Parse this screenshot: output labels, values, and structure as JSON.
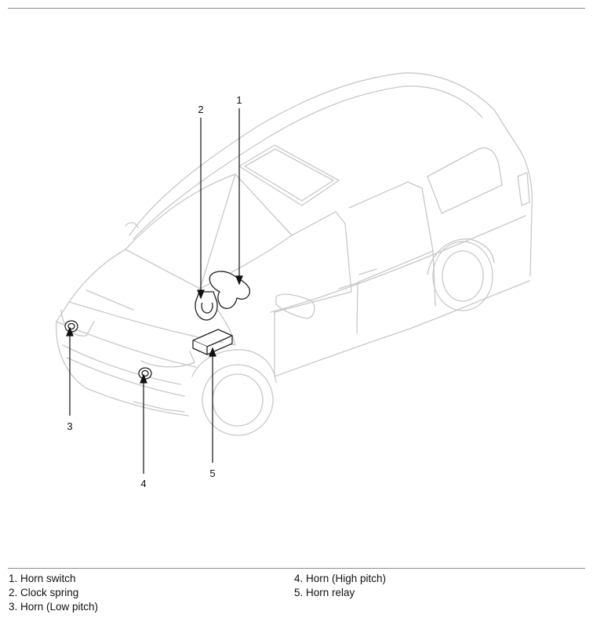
{
  "callouts": {
    "c1": "1",
    "c2": "2",
    "c3": "3",
    "c4": "4",
    "c5": "5"
  },
  "legend": {
    "left": [
      "1. Horn switch",
      "2. Clock spring",
      "3. Horn (Low pitch)"
    ],
    "right": [
      "4. Horn (High pitch)",
      "5. Horn relay"
    ]
  },
  "colors": {
    "vehicle_line": "#c8c8c8",
    "component_line": "#222222",
    "rule": "#8a8a8a"
  }
}
